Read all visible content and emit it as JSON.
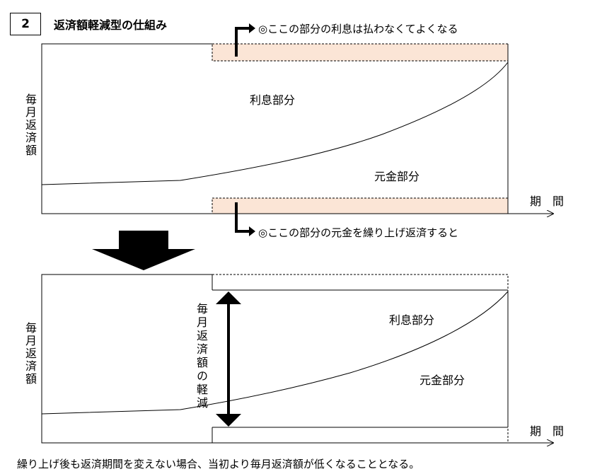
{
  "header": {
    "number": "2",
    "title": "返済額軽減型の仕組み"
  },
  "top_diagram": {
    "note_interest": "◎ここの部分の利息は払わなくてよくなる",
    "note_principal": "◎ここの部分の元金を繰り上げ返済すると",
    "label_interest": "利息部分",
    "label_principal": "元金部分",
    "y_axis": "毎月返済額",
    "x_axis": "期　間"
  },
  "bottom_diagram": {
    "label_interest": "利息部分",
    "label_principal": "元金部分",
    "y_axis": "毎月返済額",
    "x_axis": "期　間",
    "reduction": "毎月返済額の軽減"
  },
  "caption": "繰り上げ後も返済期間を変えない場合、当初より毎月返済額が低くなることとなる。",
  "colors": {
    "highlight_fill": "#fbe5d6",
    "line": "#000000"
  }
}
